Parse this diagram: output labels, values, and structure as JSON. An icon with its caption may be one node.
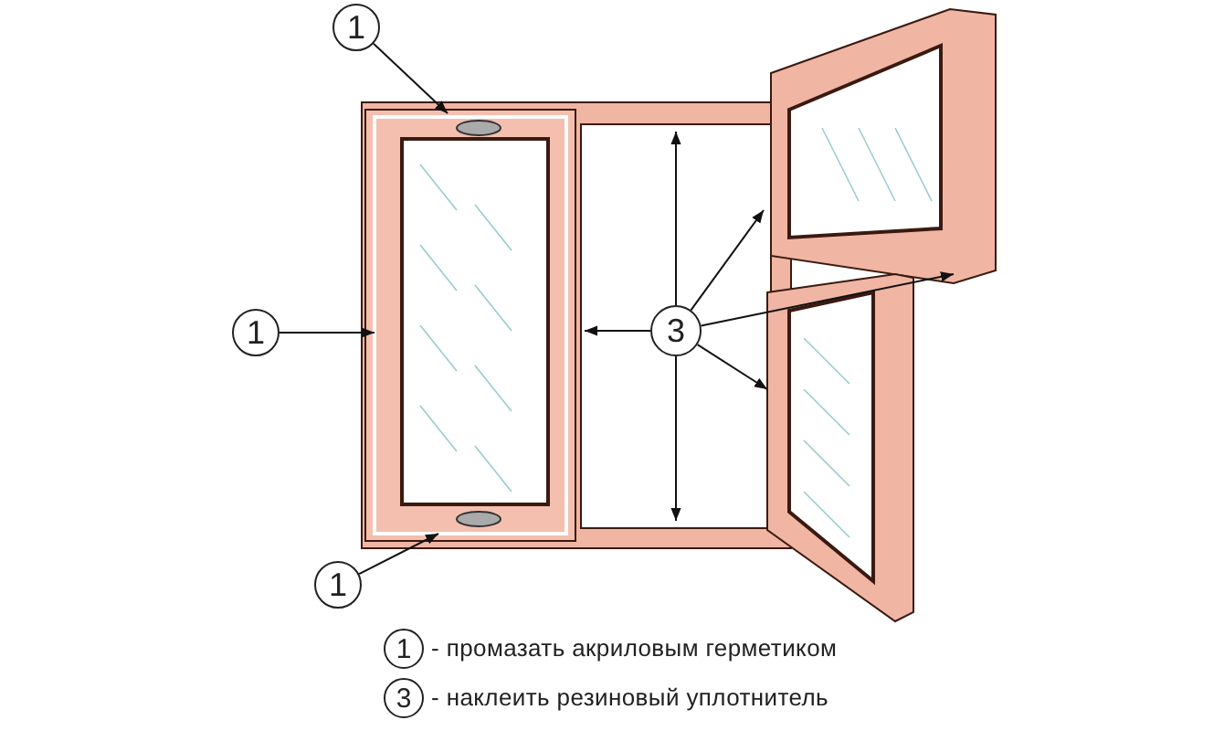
{
  "diagram": {
    "nodes": [
      {
        "text": [
          "1"
        ]
      },
      {
        "text": [
          "1"
        ]
      },
      {
        "text": [
          "1"
        ]
      },
      {
        "text": [
          "3"
        ]
      },
      {
        "text": [
          "1"
        ],
        "beside": [
          "- промазать акриловым герметиком"
        ]
      },
      {
        "text": [
          "3"
        ],
        "beside": [
          "- наклеить резиновый уплотнитель"
        ]
      }
    ],
    "edges": [
      {
        "from": 0,
        "to": null,
        "arrow": "to"
      },
      {
        "from": 1,
        "to": null,
        "arrow": "to"
      },
      {
        "from": 2,
        "to": null,
        "arrow": "to"
      },
      {
        "from": 3,
        "to": null,
        "arrow": "to"
      },
      {
        "from": 3,
        "to": null,
        "arrow": "to"
      },
      {
        "from": 3,
        "to": null,
        "arrow": "to"
      },
      {
        "from": 3,
        "to": null,
        "arrow": "to"
      },
      {
        "from": 3,
        "to": null,
        "arrow": "to"
      },
      {
        "from": 3,
        "to": null,
        "arrow": "to"
      }
    ]
  }
}
